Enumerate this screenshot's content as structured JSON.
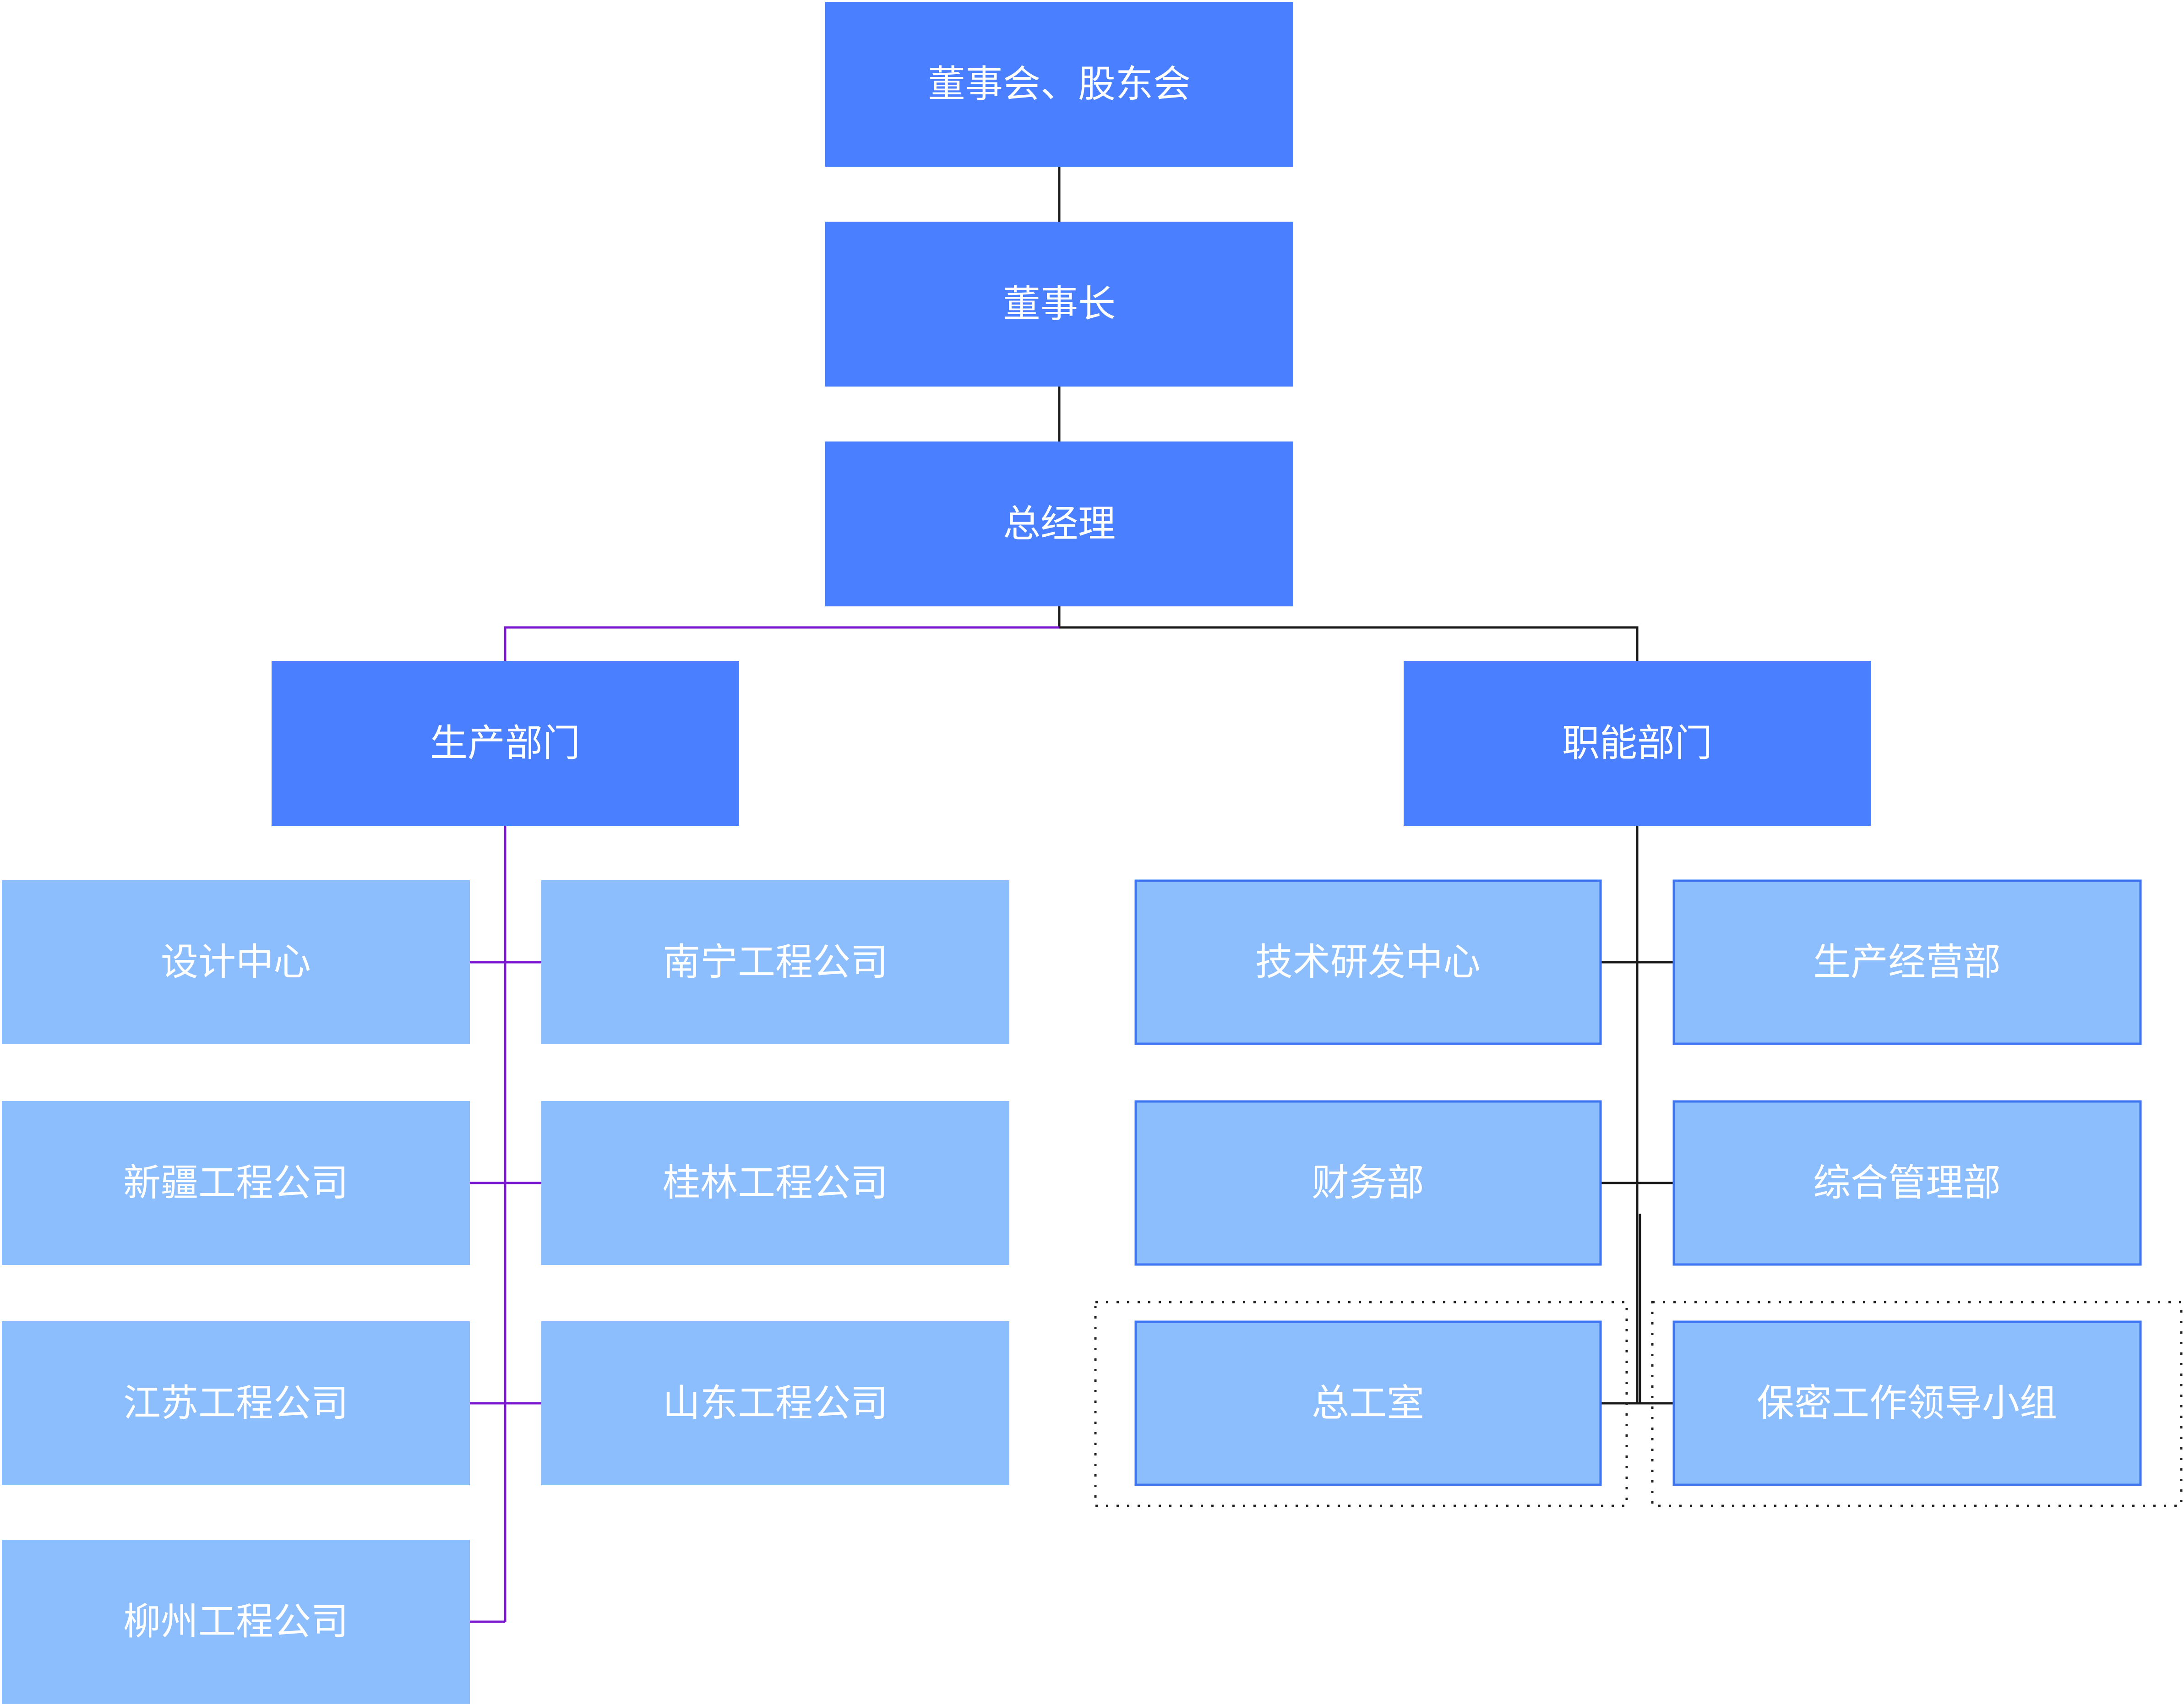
{
  "colors": {
    "dark_box": "#4a80ff",
    "light_box": "#8cbdfc",
    "light_box_border": "#3f74f0",
    "line_black": "#1a1a1a",
    "line_purple": "#7a17cf",
    "dotted_border": "#222222",
    "background": "#ffffff"
  },
  "nodes": {
    "board": "董事会、股东会",
    "chairman": "董事长",
    "general_manager": "总经理",
    "production_dept": "生产部门",
    "functional_dept": "职能部门",
    "design_center": "设计中心",
    "nanning_co": "南宁工程公司",
    "xinjiang_co": "新疆工程公司",
    "guilin_co": "桂林工程公司",
    "jiangsu_co": "江苏工程公司",
    "shandong_co": "山东工程公司",
    "liuzhou_co": "柳州工程公司",
    "rnd_center": "技术研发中心",
    "prod_ops_dept": "生产经营部",
    "finance_dept": "财务部",
    "general_admin_dept": "综合管理部",
    "chief_engineer_office": "总工室",
    "secrecy_group": "保密工作领导小组"
  },
  "edges": [
    [
      "board",
      "chairman"
    ],
    [
      "chairman",
      "general_manager"
    ],
    [
      "general_manager",
      "production_dept"
    ],
    [
      "general_manager",
      "functional_dept"
    ],
    [
      "production_dept",
      "design_center"
    ],
    [
      "production_dept",
      "nanning_co"
    ],
    [
      "production_dept",
      "xinjiang_co"
    ],
    [
      "production_dept",
      "guilin_co"
    ],
    [
      "production_dept",
      "jiangsu_co"
    ],
    [
      "production_dept",
      "shandong_co"
    ],
    [
      "production_dept",
      "liuzhou_co"
    ],
    [
      "functional_dept",
      "rnd_center"
    ],
    [
      "functional_dept",
      "prod_ops_dept"
    ],
    [
      "functional_dept",
      "finance_dept"
    ],
    [
      "functional_dept",
      "general_admin_dept"
    ],
    [
      "functional_dept",
      "chief_engineer_office"
    ],
    [
      "functional_dept",
      "secrecy_group"
    ]
  ]
}
